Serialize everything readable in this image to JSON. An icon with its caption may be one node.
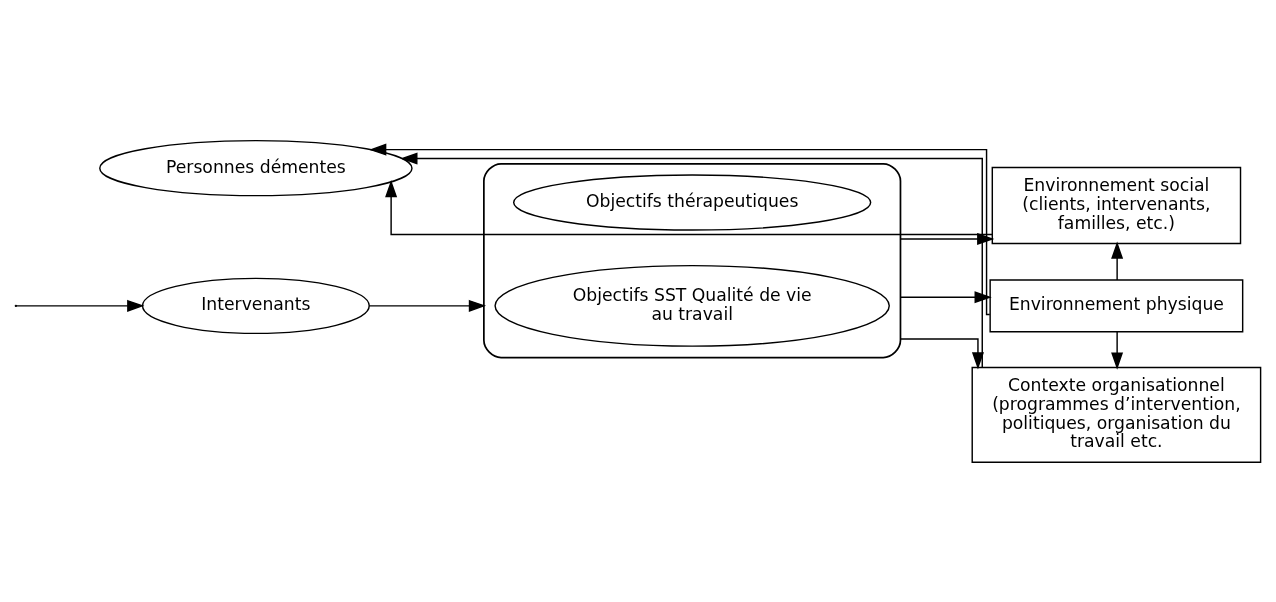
{
  "diagram": {
    "nodes": [
      {
        "text": [
          "Personnes démentes"
        ]
      },
      {
        "text": [
          "Intervenants"
        ]
      },
      {
        "text": [],
        "shape": "box"
      },
      {
        "text": [
          "Objectifs thérapeutiques"
        ],
        "in": 2
      },
      {
        "text": [
          "Objectifs SST Qualité de vie au travail"
        ],
        "in": 2
      },
      {
        "text": [
          "Environnement social",
          "(clients, intervenants, familles, etc.)"
        ]
      },
      {
        "text": [
          "Environnement physique"
        ]
      },
      {
        "text": [
          "Contexte organisationnel",
          "(programmes d’intervention, politiques, organisation du travail etc."
        ]
      }
    ],
    "edges": [
      {
        "from": 1,
        "to": 2,
        "arrow": "to"
      },
      {
        "from": 2,
        "to": 5,
        "arrow": "to"
      },
      {
        "from": 2,
        "to": 6,
        "arrow": "to"
      },
      {
        "from": 2,
        "to": 7,
        "arrow": "to"
      },
      {
        "from": 6,
        "to": 5,
        "arrow": "to"
      },
      {
        "from": 6,
        "to": 7,
        "arrow": "to"
      },
      {
        "from": 5,
        "to": 0,
        "arrow": "to"
      },
      {
        "from": 6,
        "to": 0,
        "arrow": "to"
      },
      {
        "from": 7,
        "to": 0,
        "arrow": "to"
      },
      {
        "from": null,
        "to": 1,
        "arrow": "to"
      }
    ]
  }
}
